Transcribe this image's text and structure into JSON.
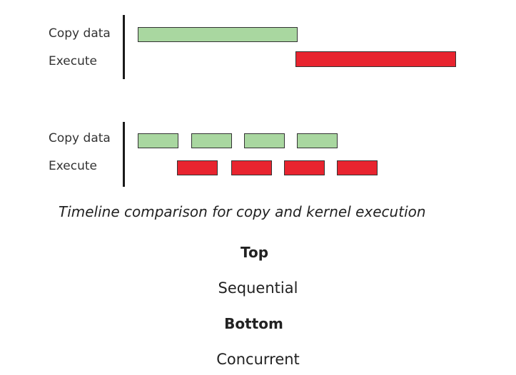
{
  "top_timeline": {
    "copy_label": "Copy data",
    "execute_label": "Execute",
    "copy_color": "#a9d7a0",
    "execute_color": "#e8242f"
  },
  "bottom_timeline": {
    "copy_label": "Copy data",
    "execute_label": "Execute"
  },
  "caption": "Timeline comparison for copy and kernel execution",
  "legend": [
    {
      "heading": "Top",
      "value": "Sequential"
    },
    {
      "heading": "Bottom",
      "value": "Concurrent"
    }
  ]
}
